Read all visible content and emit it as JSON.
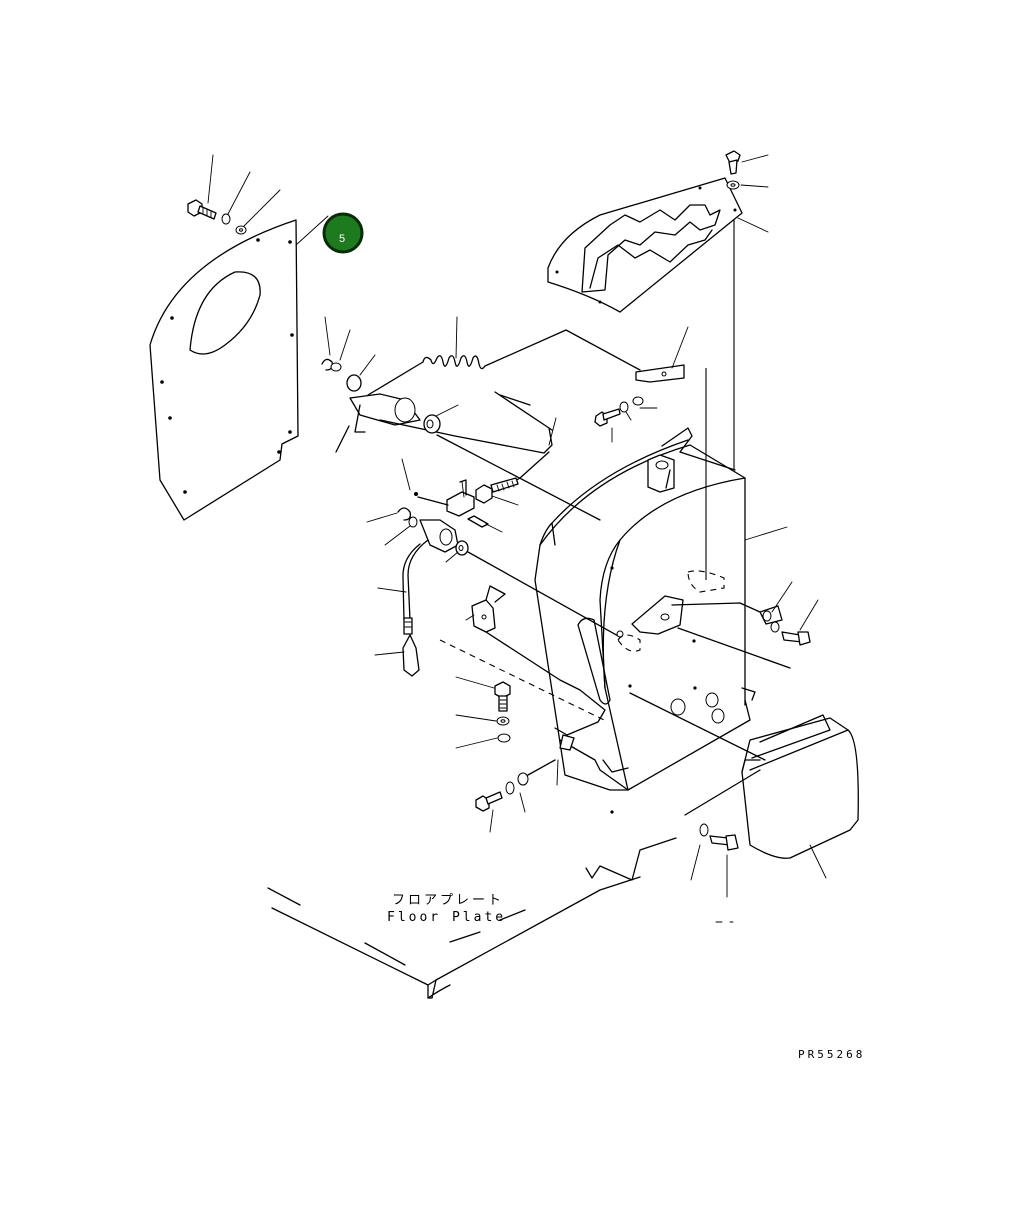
{
  "floor_plate": {
    "label_jp": "フロアプレート",
    "label_en": "Floor Plate"
  },
  "drawing_code": "PR55268",
  "callout": {
    "number": "5",
    "color": "#1e7a1e",
    "border_color": "#0a2a0a"
  }
}
